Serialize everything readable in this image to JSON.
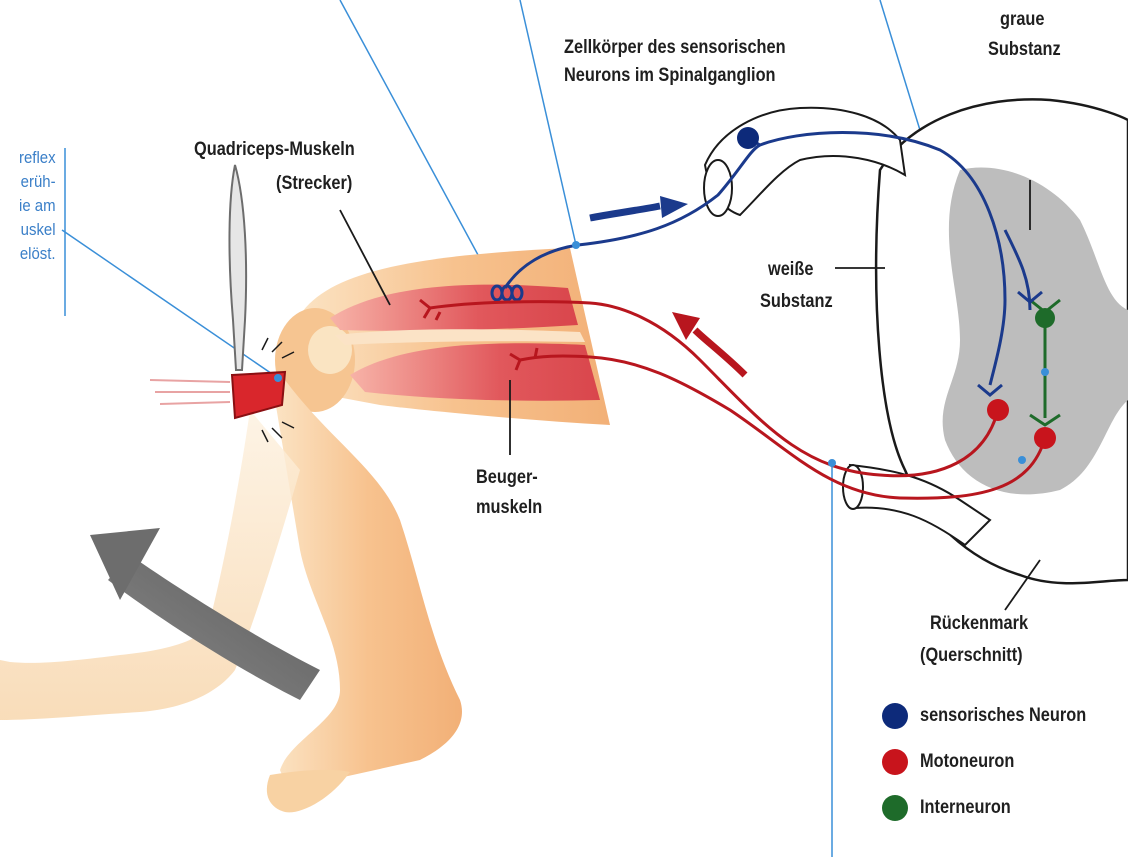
{
  "labels": {
    "cell_body_line1": "Zellkörper des sensorischen",
    "cell_body_line2": "Neurons im Spinalganglion",
    "grey_matter_line1": "graue",
    "grey_matter_line2": "Substanz",
    "quadriceps_line1": "Quadriceps-Muskeln",
    "quadriceps_line2": "(Strecker)",
    "white_matter_line1": "weiße",
    "white_matter_line2": "Substanz",
    "flexor_line1": "Beuger-",
    "flexor_line2": "muskeln",
    "spinal_cord_line1": "Rückenmark",
    "spinal_cord_line2": "(Querschnitt)"
  },
  "side_note": {
    "lines": [
      "reflex",
      "erüh-",
      "ie am",
      "uskel",
      "elöst."
    ]
  },
  "legend": [
    {
      "label": "sensorisches Neuron",
      "color": "#0d2a7a"
    },
    {
      "label": "Motoneuron",
      "color": "#c8141c"
    },
    {
      "label": "Interneuron",
      "color": "#1e6b2a"
    }
  ],
  "colors": {
    "sensory": "#1b3a8c",
    "motor": "#b8161e",
    "inter": "#1e6b2a",
    "leader": "#3a8fd8",
    "grey_matter": "#bdbdbd",
    "root": "#f39a3c",
    "skin": "#f6c894",
    "muscle": "#e0555a"
  }
}
